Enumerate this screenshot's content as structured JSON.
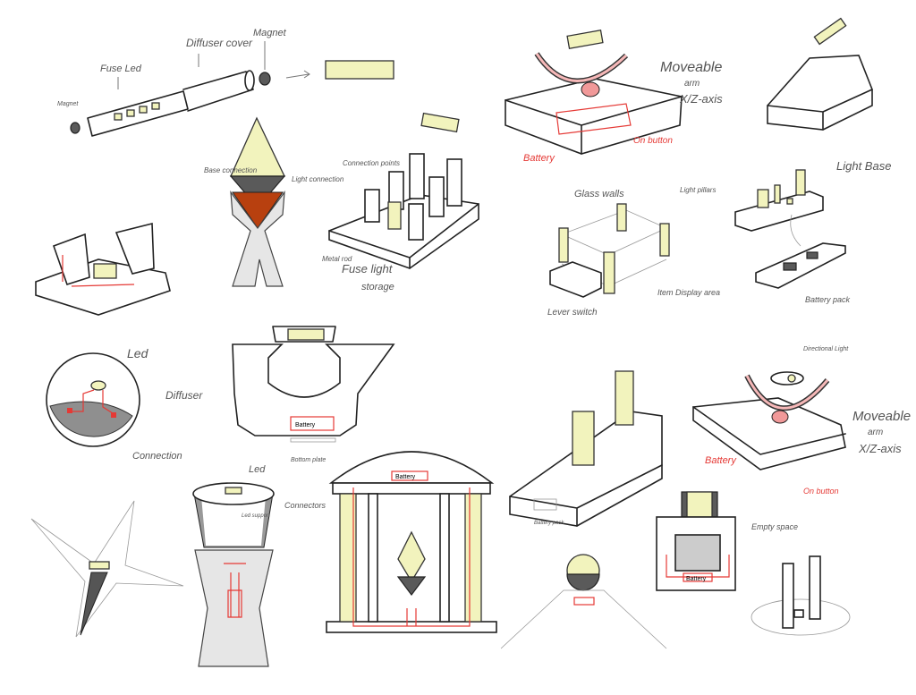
{
  "colors": {
    "light_yellow": "#f2f3bd",
    "circuit_red": "#e53935",
    "ink": "#222222",
    "shade_gray": "#5a5a5a",
    "connector_orange": "#b8400f"
  },
  "fuse_tube": {
    "fuse_led": "Fuse Led",
    "diffuser_cover": "Diffuser cover",
    "magnet_top": "Magnet",
    "magnet_left": "Magnet"
  },
  "arm_lamp_top": {
    "moveable_arm": "Moveable",
    "arm_sub": "arm",
    "axis": "X/Z-axis",
    "battery": "Battery",
    "on_button": "On button"
  },
  "crystal_lamp": {
    "base_connection": "Base connection",
    "light_connection": "Light connection"
  },
  "storage": {
    "connection_points": "Connection points",
    "metal_rod": "Metal rod",
    "title_1": "Fuse light",
    "title_2": "storage"
  },
  "display_case": {
    "glass_walls": "Glass walls",
    "light_pillars": "Light pillars",
    "item_display": "Item Display area",
    "lever_switch": "Lever switch"
  },
  "light_base": {
    "light_base": "Light Base",
    "battery_pack": "Battery pack"
  },
  "orb": {
    "led": "Led",
    "diffuser": "Diffuser",
    "connection": "Connection"
  },
  "cup_lamp": {
    "battery": "Battery",
    "bottom_plate": "Bottom plate"
  },
  "cone_lamp": {
    "led": "Led",
    "led_support": "Led support",
    "connectors": "Connectors"
  },
  "gazebo": {
    "battery": "Battery"
  },
  "ramp_stand": {
    "battery_pack": "Battery pack"
  },
  "arm_lamp_bottom": {
    "directional_light": "Directional Light",
    "moveable_arm": "Moveable",
    "arm_sub": "arm",
    "axis": "X/Z-axis",
    "battery": "Battery",
    "on_button": "On button"
  },
  "box_lamp": {
    "empty_space": "Empty space",
    "battery": "Battery"
  }
}
